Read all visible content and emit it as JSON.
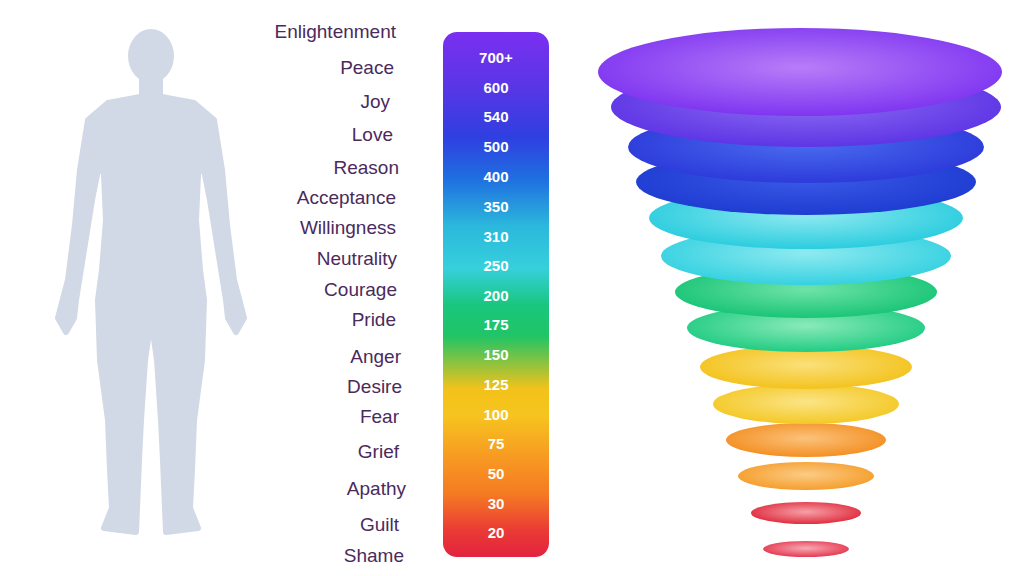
{
  "diagram": {
    "nodes": [
      {
        "text": [
          "700+",
          "600",
          "540",
          "500",
          "400",
          "350",
          "310",
          "250",
          "200",
          "175",
          "150",
          "125",
          "100",
          "75",
          "50",
          "30",
          "20"
        ]
      }
    ],
    "labels": [
      "Enlightenment",
      "Peace",
      "Joy",
      "Love",
      "Reason",
      "Acceptance",
      "Willingness",
      "Neutrality",
      "Courage",
      "Pride",
      "Anger",
      "Desire",
      "Fear",
      "Grief",
      "Apathy",
      "Guilt",
      "Shame"
    ]
  }
}
